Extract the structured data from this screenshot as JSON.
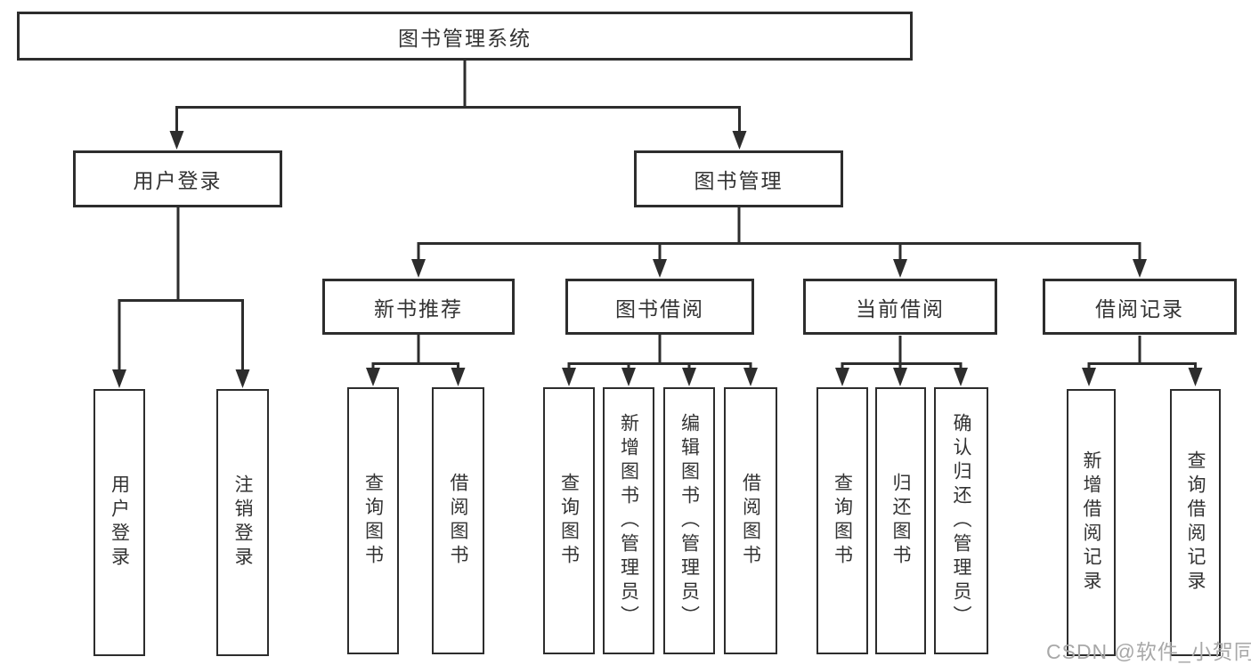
{
  "tree": {
    "root": {
      "label": "图书管理系统"
    },
    "branches": [
      {
        "label": "用户登录",
        "children": [
          {
            "label": "用户登录"
          },
          {
            "label": "注销登录"
          }
        ]
      },
      {
        "label": "图书管理",
        "children": [
          {
            "label": "新书推荐",
            "children": [
              {
                "label": "查询图书"
              },
              {
                "label": "借阅图书"
              }
            ]
          },
          {
            "label": "图书借阅",
            "children": [
              {
                "label": "查询图书"
              },
              {
                "label": "新增图书（管理员）"
              },
              {
                "label": "编辑图书（管理员）"
              },
              {
                "label": "借阅图书"
              }
            ]
          },
          {
            "label": "当前借阅",
            "children": [
              {
                "label": "查询图书"
              },
              {
                "label": "归还图书"
              },
              {
                "label": "确认归还（管理员）"
              }
            ]
          },
          {
            "label": "借阅记录",
            "children": [
              {
                "label": "新增借阅记录"
              },
              {
                "label": "查询借阅记录"
              }
            ]
          }
        ]
      }
    ]
  },
  "watermark": "CSDN @软件_小贺同学",
  "colors": {
    "line": "#2d2d2d",
    "text": "#333333",
    "watermark": "#a8a8a8",
    "bg": "#ffffff"
  }
}
